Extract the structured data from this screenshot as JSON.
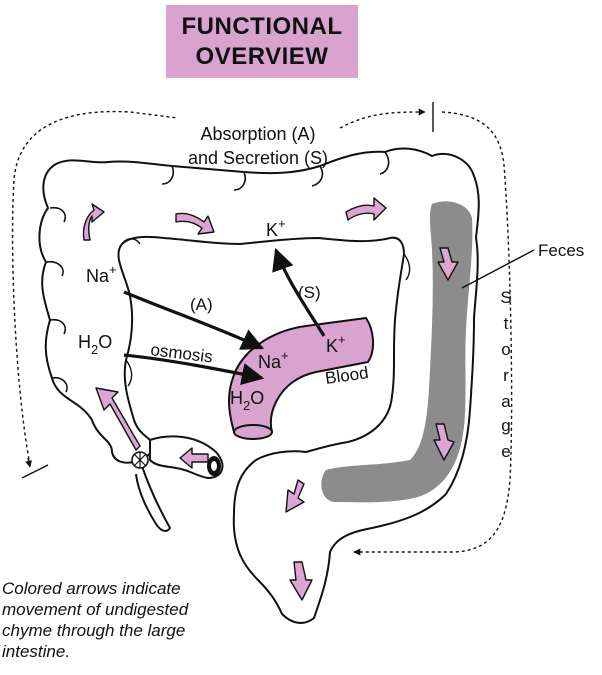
{
  "title": [
    "FUNCTIONAL",
    "OVERVIEW"
  ],
  "labels": {
    "absorption": "Absorption (A)",
    "secretion": "and Secretion (S)",
    "feces": "Feces",
    "storage": [
      "S",
      "t",
      "o",
      "r",
      "a",
      "g",
      "e"
    ],
    "na": "Na",
    "h2o_h": "H",
    "h2o_o": "O",
    "sub2": "2",
    "plus": "+",
    "k": "K",
    "a": "(A)",
    "s": "(S)",
    "osmosis": "osmosis",
    "blood": "Blood"
  },
  "caption": [
    "Colored arrows indicate",
    "movement of undigested",
    "chyme through the large",
    "intestine."
  ],
  "colors": {
    "title_bg": "#d9a3d0",
    "chyme_arrow": "#dba6d3",
    "feces": "#8c8c8c",
    "blood_vessel": "#d9a3d0",
    "outline": "#111111"
  }
}
